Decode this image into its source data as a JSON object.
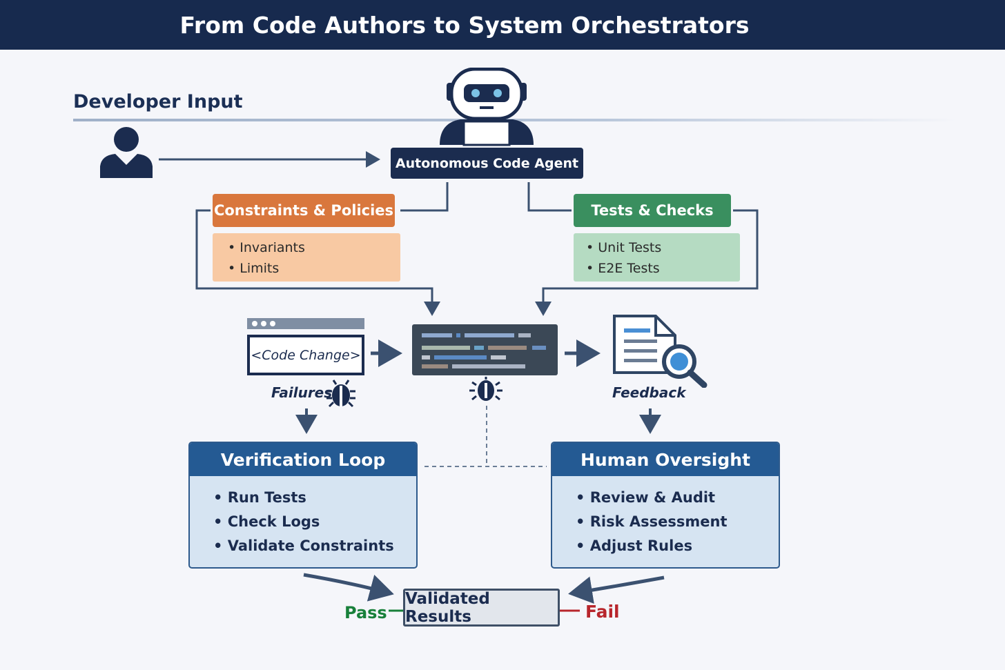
{
  "title": "From Code Authors to System Orchestrators",
  "developer_input": "Developer Input",
  "agent": "Autonomous Code Agent",
  "constraints": {
    "title": "Constraints & Policies",
    "items": [
      "• Invariants",
      "• Limits"
    ]
  },
  "tests": {
    "title": "Tests & Checks",
    "items": [
      "• Unit Tests",
      "• E2E Tests"
    ]
  },
  "code_change": "<Code Change>",
  "failures": "Failures",
  "feedback": "Feedback",
  "verification": {
    "title": "Verification Loop",
    "items": [
      "• Run Tests",
      "• Check Logs",
      "• Validate Constraints"
    ]
  },
  "human": {
    "title": "Human Oversight",
    "items": [
      "• Review & Audit",
      "• Risk Assessment",
      "• Adjust Rules"
    ]
  },
  "validated": "Validated Results",
  "pass": "Pass",
  "fail": "Fail",
  "colors": {
    "navy": "#1b2c4f",
    "orange": "#d9773d",
    "green": "#3a8f5f",
    "blue": "#245a93",
    "pass": "#18803a",
    "fail": "#b8262c"
  },
  "icons": [
    "robot-icon",
    "user-icon",
    "browser-window-icon",
    "code-editor-icon",
    "bug-icon",
    "document-search-icon"
  ]
}
